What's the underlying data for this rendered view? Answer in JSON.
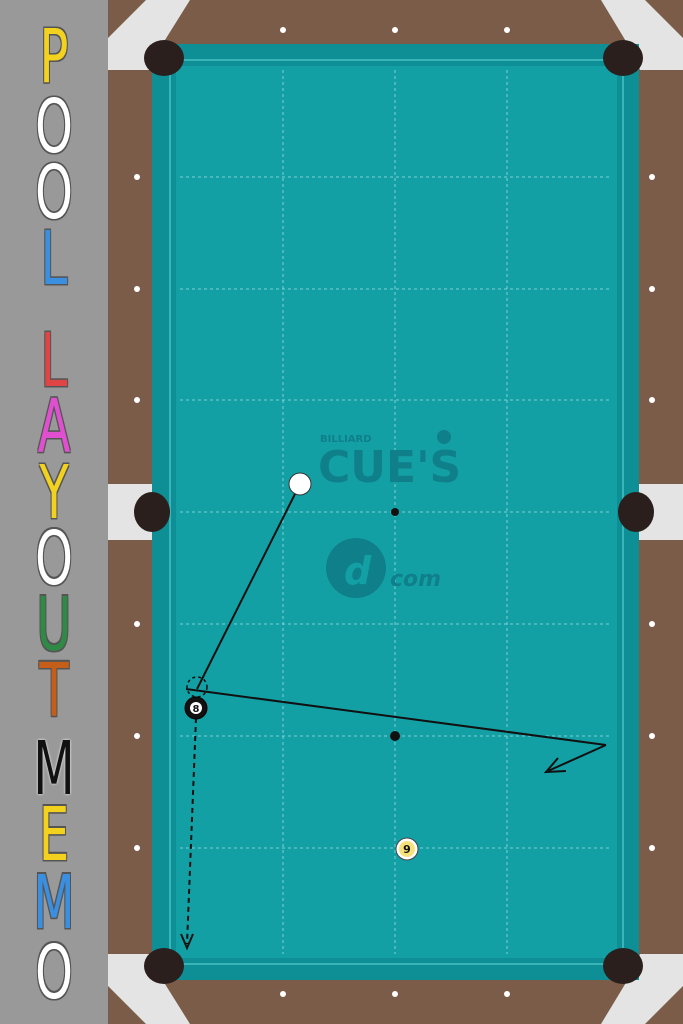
{
  "title": {
    "letters": [
      {
        "char": "P",
        "color": "#f2d21e"
      },
      {
        "char": "O",
        "color": "#ffffff"
      },
      {
        "char": "O",
        "color": "#ffffff"
      },
      {
        "char": "L",
        "color": "#3a8fe0"
      },
      {
        "char": "L",
        "color": "#e04545"
      },
      {
        "char": "A",
        "color": "#e04fd0"
      },
      {
        "char": "Y",
        "color": "#f2d21e"
      },
      {
        "char": "O",
        "color": "#ffffff"
      },
      {
        "char": "U",
        "color": "#2f8a45"
      },
      {
        "char": "T",
        "color": "#c45e18"
      },
      {
        "char": "M",
        "color": "#111111"
      },
      {
        "char": "E",
        "color": "#f2d21e"
      },
      {
        "char": "M",
        "color": "#3a8fe0"
      },
      {
        "char": "O",
        "color": "#ffffff"
      }
    ]
  },
  "logo": {
    "small_text": "BILLIARD",
    "main_text": "CUE'S",
    "domain_text": "com",
    "color": "#0f7f8a"
  },
  "balls": {
    "cue": {
      "label": "",
      "color": "#ffffff"
    },
    "eight": {
      "label": "8",
      "color": "#111111"
    },
    "nine": {
      "label": "9",
      "color": "#f6e27a"
    }
  },
  "colors": {
    "felt": "#13a0a5",
    "cushion": "#0f9aa0",
    "rail_wood": "#7a5c48",
    "pocket": "#2a1f1c",
    "corner_plate": "#e4e4e4",
    "diamond": "#ffffff"
  },
  "icons": {
    "cue-path": "line",
    "shot-arrow": "arrow",
    "ghost-ball": "dashed-circle"
  }
}
